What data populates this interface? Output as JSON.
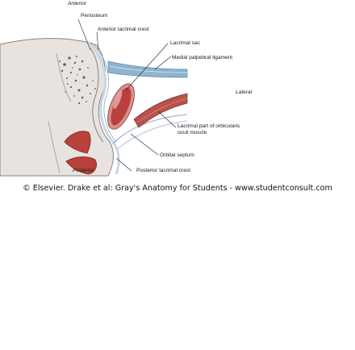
{
  "labels": {
    "anterior": "Anterior",
    "periosteum": "Periosteum",
    "anterior_lacrimal_crest": "Anterior lacrimal crest",
    "lacrimal_sac": "Lacrimal sac",
    "medial_palpebral_ligament": "Medial palpebral ligament",
    "lateral": "Lateral",
    "lacrimal_part_orbicularis_line1": "Lacrimal part of orbicularis",
    "lacrimal_part_orbicularis_line2": "oculi muscle",
    "orbital_septum": "Orbital septum",
    "posterior": "Posterior",
    "posterior_lacrimal_crest": "Posterior lacrimal crest"
  },
  "credit": "© Elsevier. Drake et al: Gray's Anatomy for Students - www.studentconsult.com",
  "colors": {
    "bone": "#e8e3de",
    "bone_speckle": "#6b5f57",
    "sac_fill": "#b9403c",
    "sac_rim": "#d9908a",
    "muscle": "#b8524d",
    "ligament": "#8fb4cf",
    "periosteum_line": "#c7d7e6",
    "leader": "#222222"
  }
}
